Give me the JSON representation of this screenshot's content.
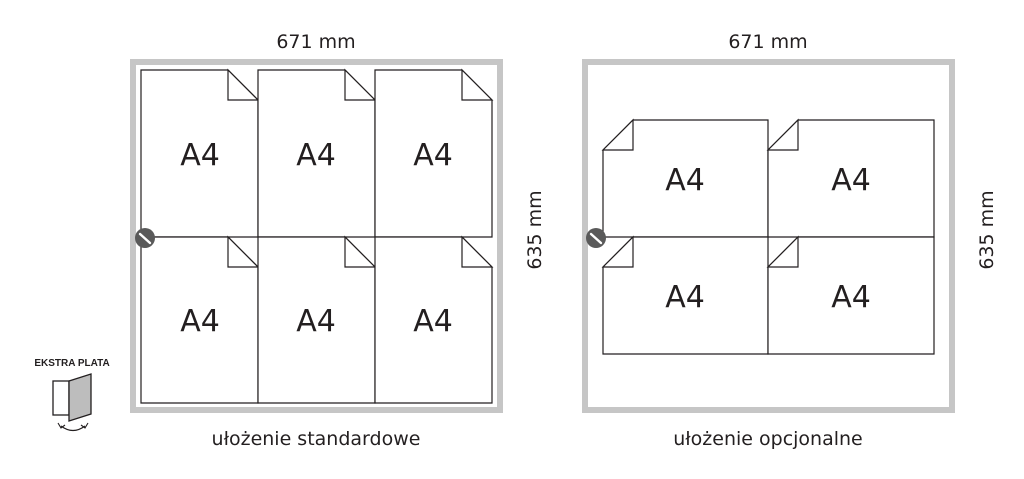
{
  "standard": {
    "width_label": "671 mm",
    "height_label": "635 mm",
    "caption": "ułożenie standardowe",
    "sheet_label": "A4"
  },
  "optional": {
    "width_label": "671 mm",
    "height_label": "635 mm",
    "caption": "ułożenie opcjonalne",
    "sheet_label": "A4"
  },
  "extra_plate": {
    "label": "EKSTRA PLATA"
  },
  "colors": {
    "frame": "#c6c6c6",
    "line": "#231f20",
    "knob": "#5a5a5a",
    "plate_fill": "#bdbdbd"
  },
  "icons": {
    "knob": "lock-knob-icon",
    "extra_plate": "extra-plate-icon"
  }
}
